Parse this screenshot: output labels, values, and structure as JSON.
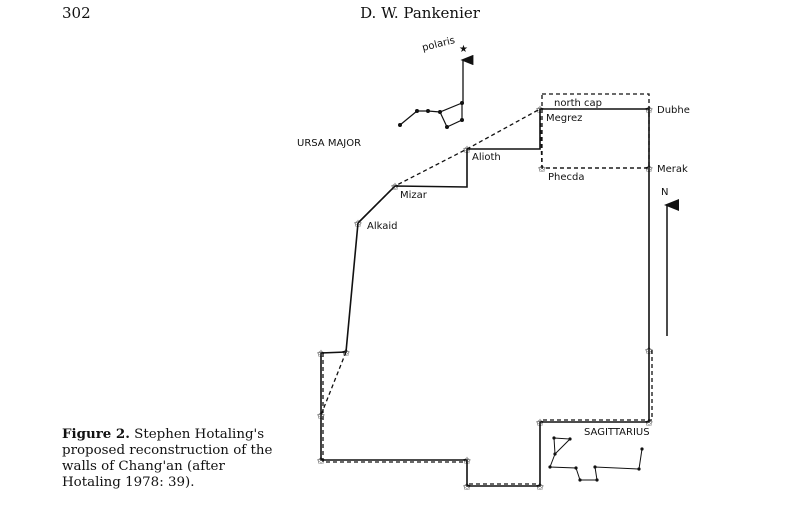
{
  "header": {
    "page_number": "302",
    "author": "D. W. Pankenier"
  },
  "figure": {
    "labels": {
      "polaris": "polaris",
      "ursa_major": "URSA MAJOR",
      "north_cap": "north cap",
      "megrez": "Megrez",
      "dubhe": "Dubhe",
      "alioth": "Alioth",
      "phecda": "Phecda",
      "merak": "Merak",
      "mizar": "Mizar",
      "alkaid": "Alkaid",
      "north": "N",
      "sagittarius": "SAGITTARIUS"
    }
  },
  "caption": {
    "label": "Figure 2.",
    "text": " Stephen Hotaling's proposed reconstruction of the walls of Chang'an (after Hotaling 1978: 39)."
  }
}
